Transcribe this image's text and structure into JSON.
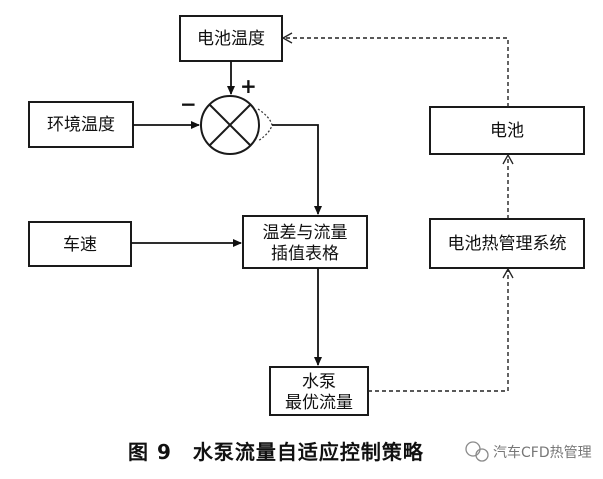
{
  "diagram": {
    "boxes": {
      "battery_temp": "电池温度",
      "ambient_temp": "环境温度",
      "vehicle_speed": "车速",
      "lookup_table_line1": "温差与流量",
      "lookup_table_line2": "插值表格",
      "pump_flow_line1": "水泵",
      "pump_flow_line2": "最优流量",
      "battery": "电池",
      "btms": "电池热管理系统"
    },
    "summing_junction": {
      "plus_sign": "+",
      "minus_sign": "−"
    }
  },
  "caption": "图 9　水泵流量自适应控制策略",
  "watermark": "汽车CFD热管理"
}
